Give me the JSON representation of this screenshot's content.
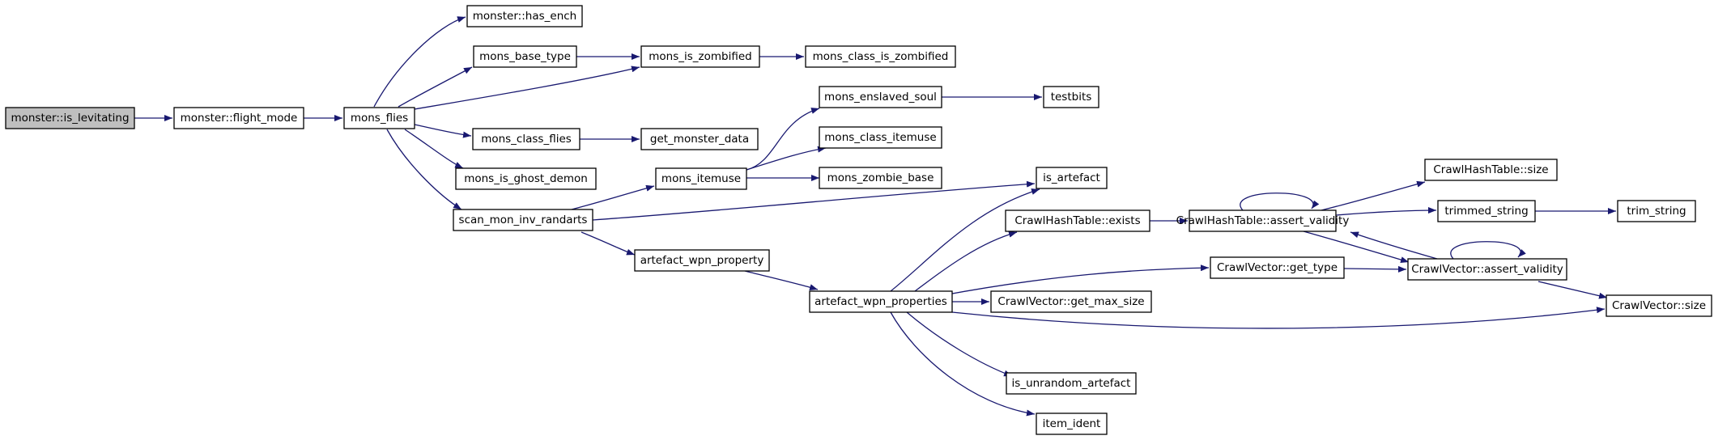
{
  "colors": {
    "edge": "#191970",
    "root_fill": "#bfbfbf",
    "node_fill": "#ffffff",
    "node_border": "#000000"
  },
  "nodes": {
    "is_levitating": "monster::is_levitating",
    "flight_mode": "monster::flight_mode",
    "mons_flies": "mons_flies",
    "has_ench": "monster::has_ench",
    "mons_base_type": "mons_base_type",
    "mons_is_zombified": "mons_is_zombified",
    "mons_class_is_zombified": "mons_class_is_zombified",
    "mons_class_flies": "mons_class_flies",
    "get_monster_data": "get_monster_data",
    "mons_is_ghost_demon": "mons_is_ghost_demon",
    "scan_mon_inv_randarts": "scan_mon_inv_randarts",
    "mons_itemuse": "mons_itemuse",
    "mons_enslaved_soul": "mons_enslaved_soul",
    "testbits": "testbits",
    "mons_class_itemuse": "mons_class_itemuse",
    "mons_zombie_base": "mons_zombie_base",
    "is_artefact": "is_artefact",
    "artefact_wpn_property": "artefact_wpn_property",
    "artefact_wpn_properties": "artefact_wpn_properties",
    "crawlhashtable_exists": "CrawlHashTable::exists",
    "crawlhashtable_assert_validity": "CrawlHashTable::assert_validity",
    "crawlhashtable_size": "CrawlHashTable::size",
    "trimmed_string": "trimmed_string",
    "trim_string": "trim_string",
    "crawlvector_get_type": "CrawlVector::get_type",
    "crawlvector_assert_validity": "CrawlVector::assert_validity",
    "crawlvector_get_max_size": "CrawlVector::get_max_size",
    "crawlvector_size": "CrawlVector::size",
    "is_unrandom_artefact": "is_unrandom_artefact",
    "item_ident": "item_ident"
  }
}
